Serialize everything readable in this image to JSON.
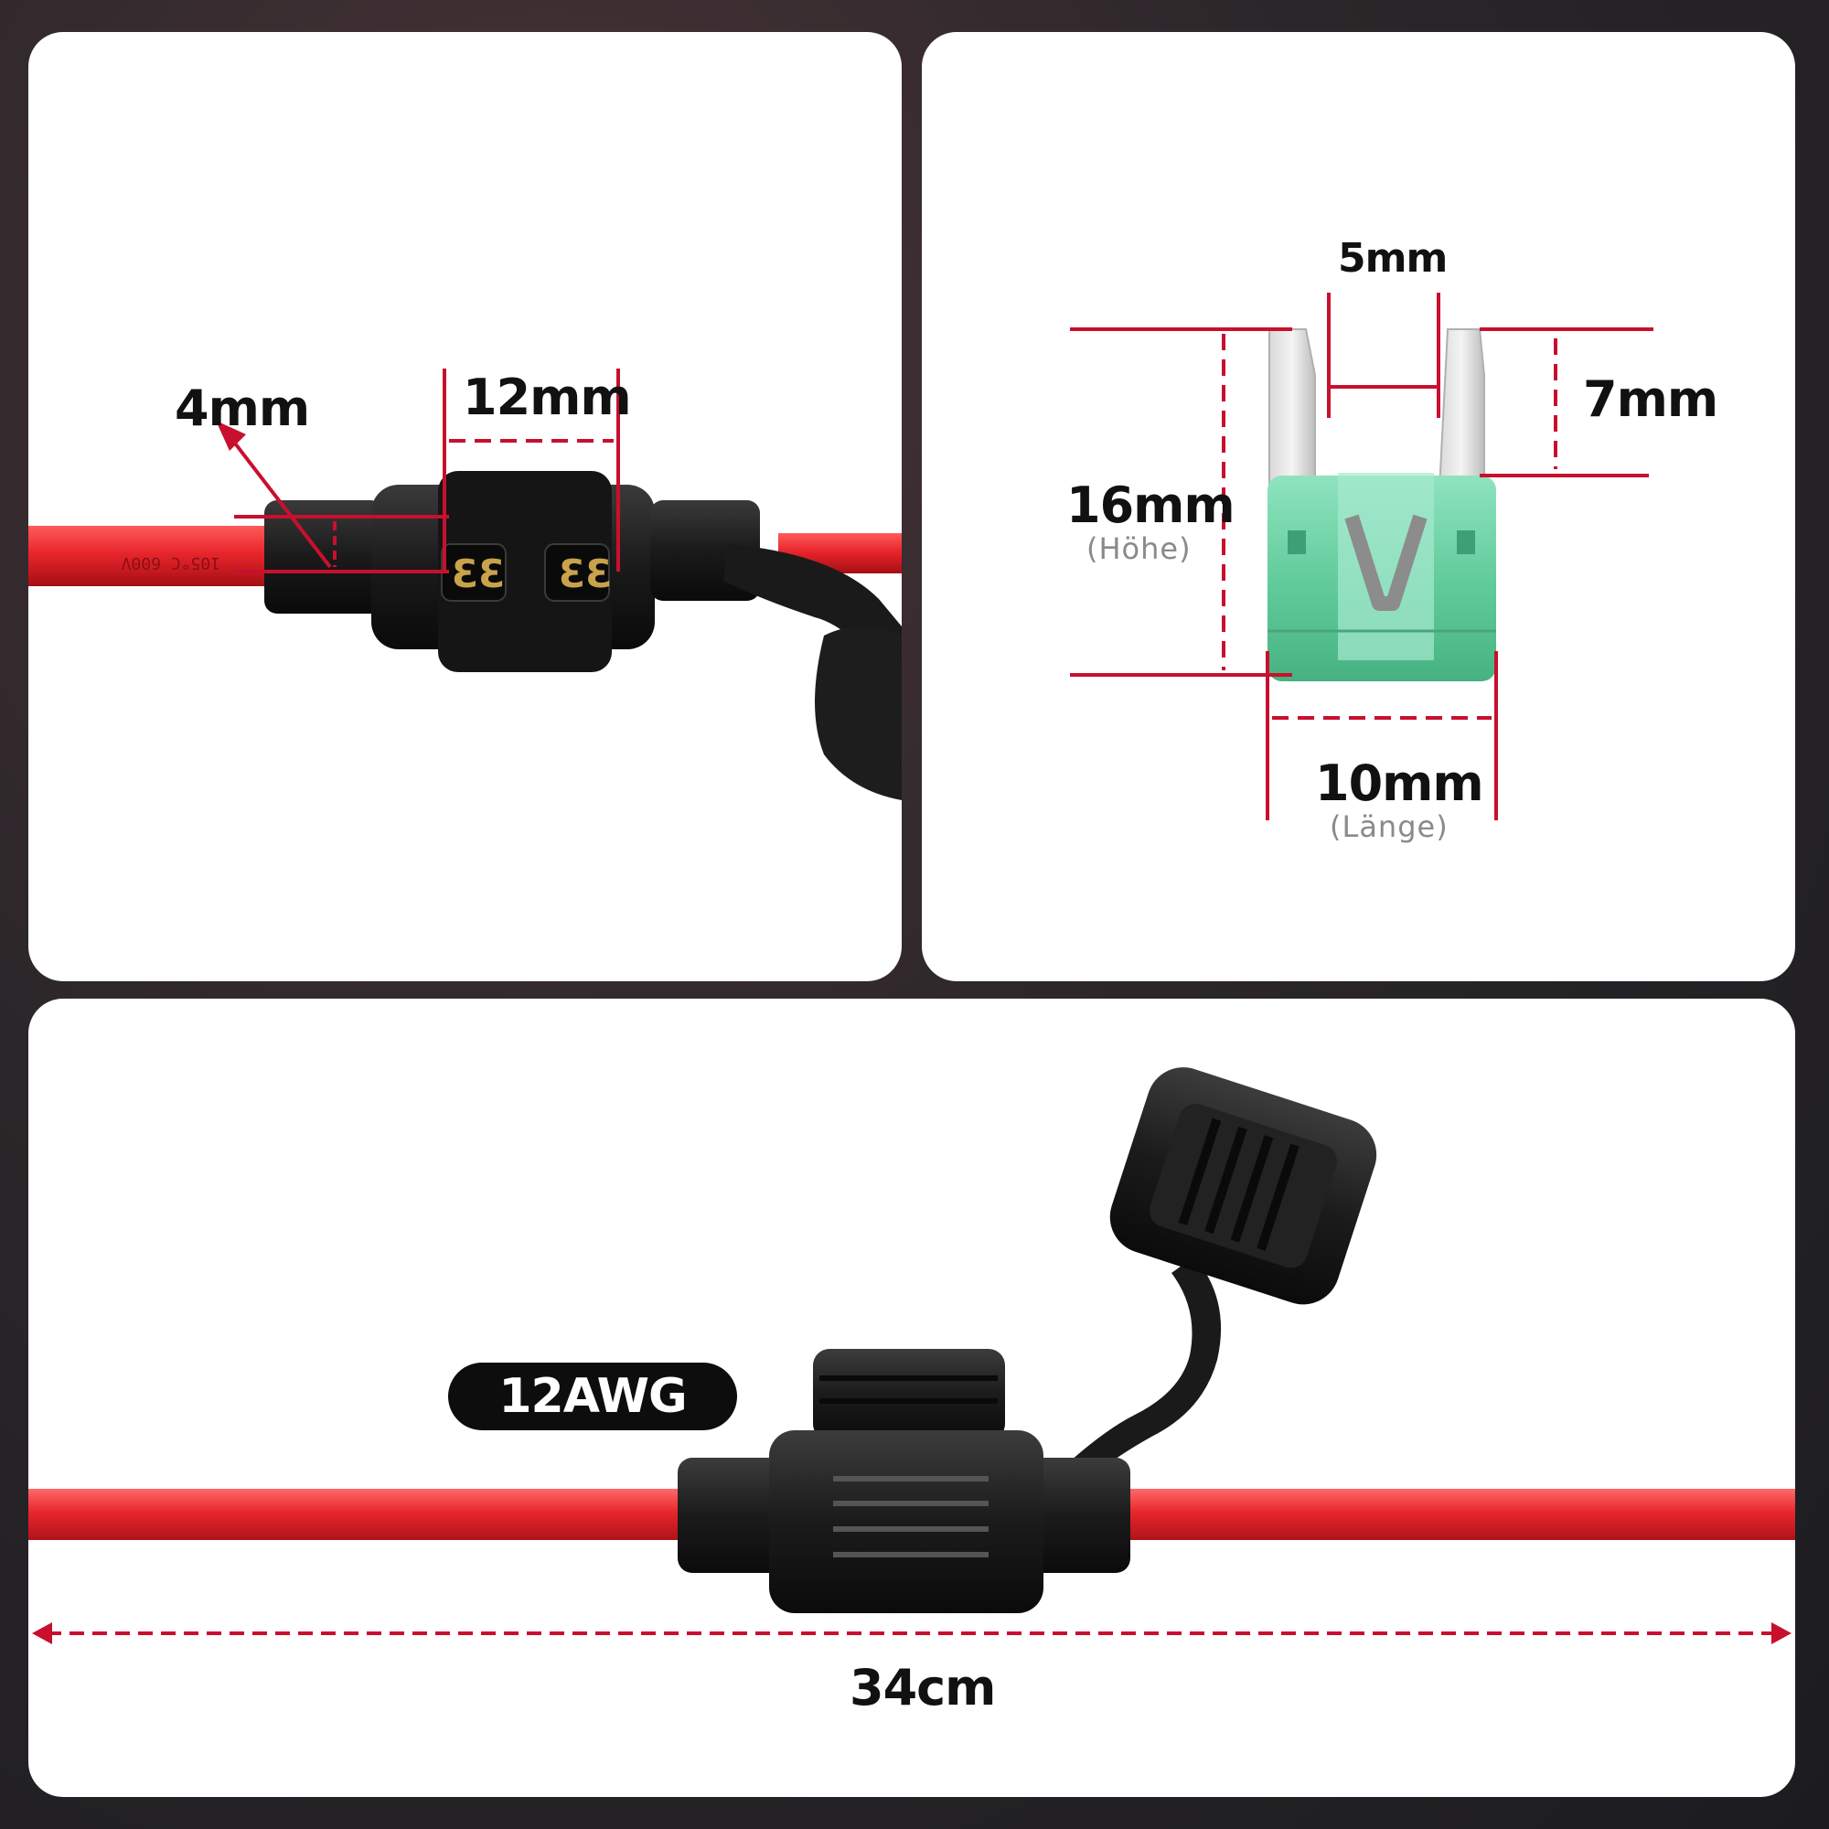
{
  "top_left": {
    "label_4mm": "4mm",
    "label_12mm": "12mm"
  },
  "top_right": {
    "label_5mm": "5mm",
    "label_7mm": "7mm",
    "label_16mm": "16mm",
    "label_hoehe": "(Höhe)",
    "label_10mm": "10mm",
    "label_laenge": "(Länge)"
  },
  "bottom": {
    "badge": "12AWG",
    "label_34cm": "34cm"
  },
  "colors": {
    "dimension_red": "#c8102e",
    "wire_red": "#e8262c",
    "holder_black": "#141414",
    "fuse_green": "#6fd3a8"
  }
}
